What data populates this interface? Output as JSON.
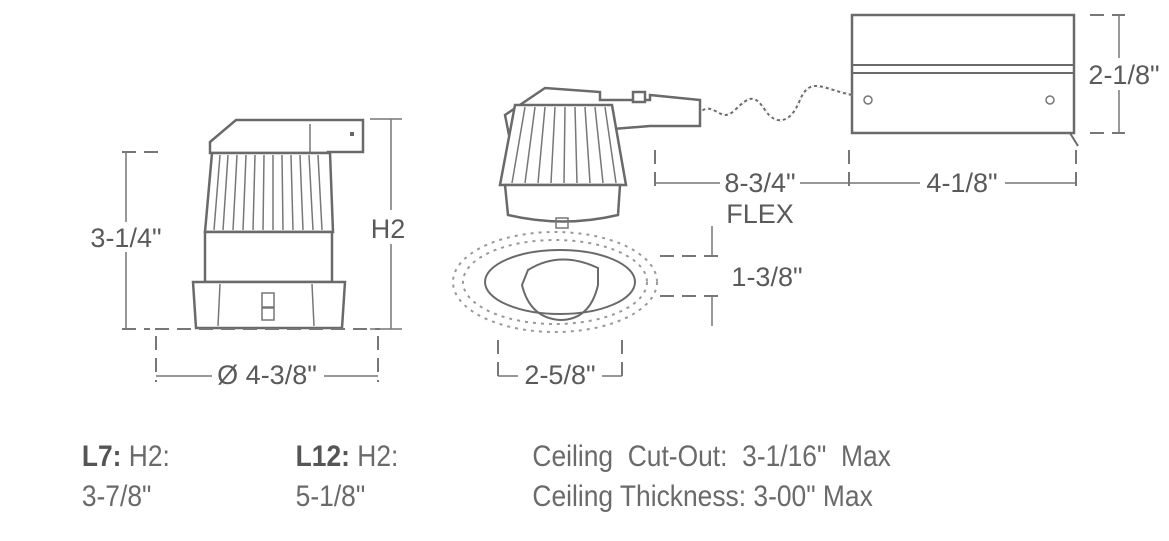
{
  "left_view": {
    "height_dim": "3-1/4\"",
    "h2_label": "H2",
    "diameter_dim": "Ø 4-3/8\""
  },
  "side_view": {
    "flex_length_dim": "8-3/4\"",
    "flex_label": "FLEX",
    "box_length_dim": "4-1/8\"",
    "box_height_dim": "2-1/8\"",
    "trim_height_dim": "1-3/8\"",
    "aperture_dim": "2-5/8\""
  },
  "specs": {
    "l7_model": "L7:",
    "l7_h2_label": "H2:",
    "l7_value": "3-7/8\"",
    "l12_model": "L12:",
    "l12_h2_label": "H2:",
    "l12_value": "5-1/8\"",
    "cutout": "Ceiling  Cut-Out:  3-1/16\"  Max",
    "thickness": "Ceiling Thickness: 3-00\" Max"
  }
}
